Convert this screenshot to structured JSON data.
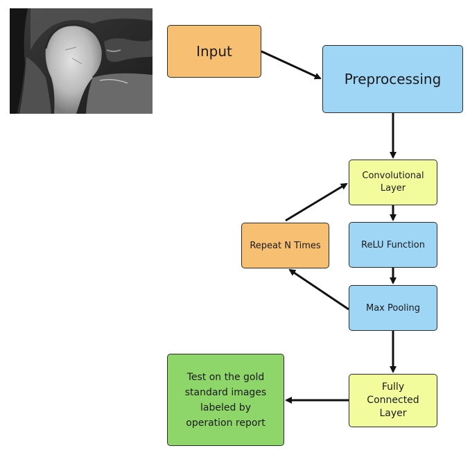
{
  "colors": {
    "orange": "#f7bf71",
    "blue": "#9fd6f5",
    "yellow": "#f2fc9c",
    "green": "#8fd66a",
    "arrow": "#111111"
  },
  "image": {
    "icon": "mri-shoulder-scan"
  },
  "nodes": {
    "input": {
      "label": "Input"
    },
    "preprocessing": {
      "label": "Preprocessing"
    },
    "conv": {
      "label": "Convolutional\nLayer"
    },
    "relu": {
      "label": "ReLU Function"
    },
    "repeat": {
      "label": "Repeat N Times"
    },
    "maxpool": {
      "label": "Max Pooling"
    },
    "fc": {
      "label": "Fully\nConnected\nLayer"
    },
    "test": {
      "label": "Test on the gold\nstandard images\nlabeled by\noperation report"
    }
  },
  "edges": [
    {
      "from": "input",
      "to": "preprocessing"
    },
    {
      "from": "preprocessing",
      "to": "conv"
    },
    {
      "from": "conv",
      "to": "relu"
    },
    {
      "from": "relu",
      "to": "maxpool"
    },
    {
      "from": "maxpool",
      "to": "repeat"
    },
    {
      "from": "repeat",
      "to": "conv"
    },
    {
      "from": "maxpool",
      "to": "fc"
    },
    {
      "from": "fc",
      "to": "test"
    }
  ]
}
